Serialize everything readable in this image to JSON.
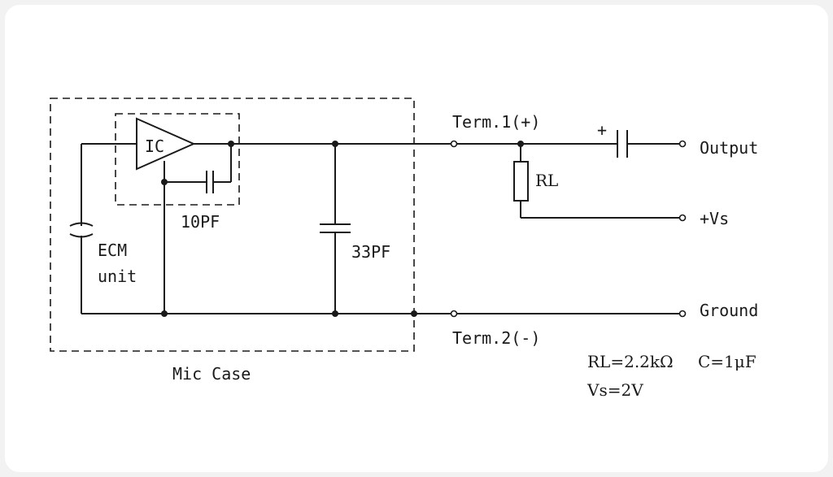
{
  "labels": {
    "ic": "IC",
    "ecm_line1": "ECM",
    "ecm_line2": "unit",
    "cap_10pf": "10PF",
    "cap_33pf": "33PF",
    "mic_case": "Mic Case",
    "term1": "Term.1(+)",
    "term2": "Term.2(-)",
    "rl": "RL",
    "plus": "+",
    "output": "Output",
    "vs_terminal": "+Vs",
    "ground": "Ground",
    "spec_rl": "RL=2.2kΩ",
    "spec_c": "C=1μF",
    "spec_vs": "Vs=2V"
  }
}
